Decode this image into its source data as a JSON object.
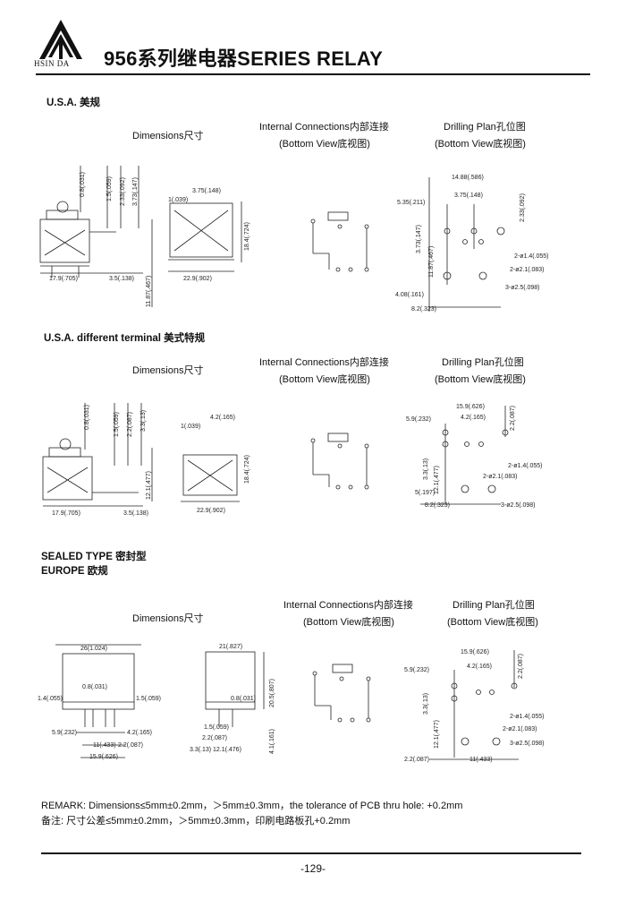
{
  "header": {
    "brand": "HSIN DA",
    "title": "956系列继电器SERIES RELAY"
  },
  "sections": [
    {
      "heading": "U.S.A. 美规",
      "dimensions_label": "Dimensions尺寸",
      "connections_label": "Internal Connections内部连接",
      "connections_sub": "(Bottom View底视图)",
      "drilling_label": "Drilling Plan孔位图",
      "drilling_sub": "(Bottom View底视图)",
      "dims": [
        "0.8(.031)",
        "1.5(.059)",
        "2.33(.092)",
        "3.73(.147)",
        "11.87(.467)",
        "17.9(.705)",
        "3.5(.138)",
        "1(.039)",
        "3.75(.148)",
        "18.4(.724)",
        "22.9(.902)"
      ],
      "drill": [
        "14.88(.586)",
        "3.75(.148)",
        "2.33(.092)",
        "5.35(.211)",
        "3.73(.147)",
        "11.87(.467)",
        "2-ø1.4(.055)",
        "2-ø2.1(.083)",
        "3-ø2.5(.098)",
        "4.08(.161)",
        "8.2(.323)"
      ]
    },
    {
      "heading": "U.S.A. different terminal 美式特规",
      "dimensions_label": "Dimensions尺寸",
      "connections_label": "Internal Connections内部连接",
      "connections_sub": "(Bottom View底视图)",
      "drilling_label": "Drilling Plan孔位图",
      "drilling_sub": "(Bottom View底视图)",
      "dims": [
        "0.8(.031)",
        "1.5(.059)",
        "2.2(.087)",
        "3.3(.13)",
        "12.1(.477)",
        "17.9(.705)",
        "3.5(.138)",
        "1(.039)",
        "4.2(.165)",
        "18.4(.724)",
        "22.9(.902)"
      ],
      "drill": [
        "15.9(.626)",
        "4.2(.165)",
        "2.2(.087)",
        "5.9(.232)",
        "3.3(.13)",
        "12.1(.477)",
        "2-ø1.4(.055)",
        "2-ø2.1(.083)",
        "5(.197)",
        "8.2(.323)",
        "3-ø2.5(.098)"
      ]
    },
    {
      "heading": "SEALED TYPE 密封型",
      "heading2": "EUROPE 欧规",
      "dimensions_label": "Dimensions尺寸",
      "connections_label": "Internal Connections内部连接",
      "connections_sub": "(Bottom View底视图)",
      "drilling_label": "Drilling Plan孔位图",
      "drilling_sub": "(Bottom View底视图)",
      "dims": [
        "26(1.024)",
        "0.8(.031)",
        "1.4(.055)",
        "1.5(.059)",
        "5.9(.232)",
        "4.2(.165)",
        "11(.433)",
        "2.2(.087)",
        "15.9(.626)",
        "21(.827)",
        "20.5(.807)",
        "0.8(.031)",
        "1.5(.059)",
        "2.2(.087)",
        "4.1(.161)",
        "3.3(.13)",
        "12.1(.476)"
      ],
      "drill": [
        "15.9(.626)",
        "4.2(.165)",
        "2.2(.087)",
        "5.9(.232)",
        "3.3(.13)",
        "12.1(.477)",
        "2-ø1.4(.055)",
        "2-ø2.1(.083)",
        "3-ø2.5(.098)",
        "2.2(.087)",
        "11(.433)"
      ]
    }
  ],
  "remark_en": "REMARK: Dimensions≤5mm±0.2mm，＞5mm±0.3mm，the tolerance of PCB thru hole: +0.2mm",
  "remark_cn": "备注: 尺寸公差≤5mm±0.2mm，＞5mm±0.3mm，印刷电路板孔+0.2mm",
  "page_number": "-129-"
}
